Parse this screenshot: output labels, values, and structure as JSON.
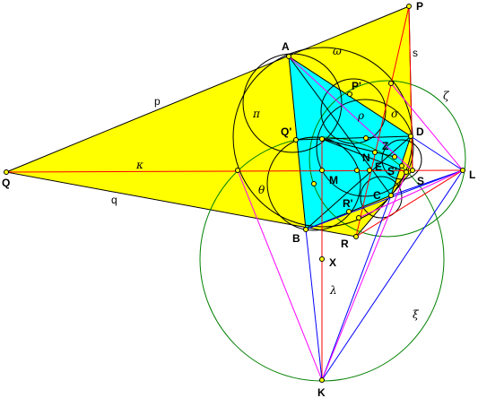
{
  "figure": {
    "point_labels": {
      "P": "P",
      "A": "A",
      "P_prime": "P'",
      "Q_prime": "Q'",
      "D": "D",
      "Q": "Q",
      "N": "N",
      "Z": "Z",
      "E": "E",
      "S_prime": "S'",
      "M": "M",
      "L": "L",
      "S": "S",
      "C": "C",
      "R_prime": "R'",
      "B": "B",
      "R": "R",
      "X": "X",
      "K": "K"
    },
    "line_labels": {
      "p": "p",
      "s": "s",
      "q": "q",
      "kappa": "κ",
      "lambda": "λ"
    },
    "circle_labels": {
      "omega": "ω",
      "zeta": "ζ",
      "pi": "π",
      "rho": "ρ",
      "sigma": "σ",
      "theta": "θ",
      "xi": "ξ"
    },
    "colors": {
      "outer_fill": "#ffff00",
      "quad_fill": "#00ffff",
      "black_lines": "#000000",
      "red_lines": "#ff0000",
      "blue_lines": "#0000ff",
      "magenta_lines": "#ff00ff",
      "green_circles": "#008000",
      "point_fill": "#ffff00"
    }
  }
}
